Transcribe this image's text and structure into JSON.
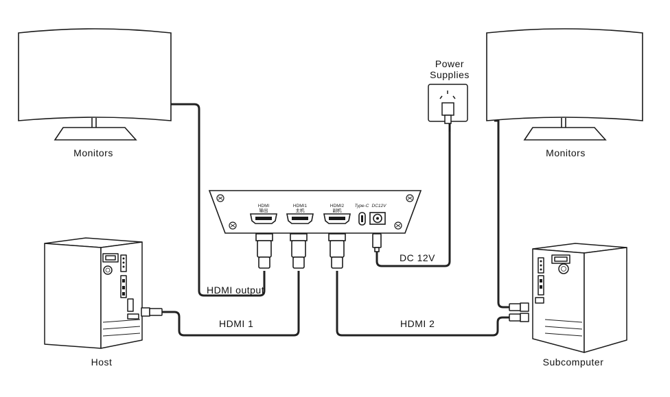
{
  "labels": {
    "monitor_left": "Monitors",
    "monitor_right": "Monitors",
    "power_supplies_line1": "Power",
    "power_supplies_line2": "Supplies",
    "host": "Host",
    "subcomputer": "Subcomputer",
    "hdmi_output": "HDMI output",
    "hdmi_1": "HDMI 1",
    "hdmi_2": "HDMI 2",
    "dc_12v": "DC 12V"
  },
  "switch_ports": {
    "hdmi_out_line1": "HDMI",
    "hdmi_out_line2": "输出",
    "hdmi1_line1": "HDMI1",
    "hdmi1_line2": "主机",
    "hdmi2_line1": "HDMI2",
    "hdmi2_line2": "副机",
    "typec": "Type-C",
    "dc": "DC12V"
  },
  "colors": {
    "stroke": "#1a1a1a",
    "cable": "#222222",
    "fill": "#ffffff",
    "panel": "#f4f4f4"
  }
}
